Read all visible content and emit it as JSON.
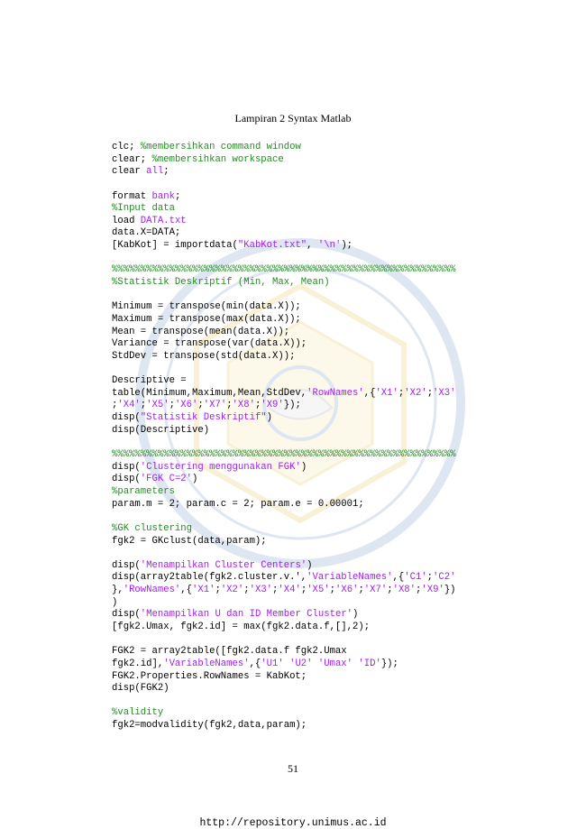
{
  "heading": "Lampiran 2 Syntax Matlab",
  "page_number": "51",
  "footer_url": "http://repository.unimus.ac.id",
  "colors": {
    "string": "#a020f0",
    "comment": "#228b22",
    "text": "#000000"
  },
  "code_lines": [
    [
      [
        "clc; ",
        "p"
      ],
      [
        "%membersihkan command window",
        "c"
      ]
    ],
    [
      [
        "clear; ",
        "p"
      ],
      [
        "%membersihkan workspace",
        "c"
      ]
    ],
    [
      [
        "clear ",
        "p"
      ],
      [
        "all",
        "s"
      ],
      [
        ";",
        "p"
      ]
    ],
    [],
    [
      [
        "format ",
        "p"
      ],
      [
        "bank",
        "s"
      ],
      [
        ";",
        "p"
      ]
    ],
    [
      [
        "%Input data",
        "c"
      ]
    ],
    [
      [
        "load ",
        "p"
      ],
      [
        "DATA.txt",
        "s"
      ]
    ],
    [
      [
        "data.X=DATA;",
        "p"
      ]
    ],
    [
      [
        "[KabKot] = importdata(",
        "p"
      ],
      [
        "\"KabKot.txt\"",
        "s"
      ],
      [
        ", ",
        "p"
      ],
      [
        "'\\n'",
        "s"
      ],
      [
        ");",
        "p"
      ]
    ],
    [],
    [
      [
        "%%%%%%%%%%%%%%%%%%%%%%%%%%%%%%%%%%%%%%%%%%%%%%%%%%%%%%%%%%%%",
        "c"
      ]
    ],
    [
      [
        "%Statistik Deskriptif (Min, Max, Mean)",
        "c"
      ]
    ],
    [],
    [
      [
        "Minimum = transpose(min(data.X));",
        "p"
      ]
    ],
    [
      [
        "Maximum = transpose(max(data.X));",
        "p"
      ]
    ],
    [
      [
        "Mean = transpose(mean(data.X));",
        "p"
      ]
    ],
    [
      [
        "Variance = transpose(var(data.X));",
        "p"
      ]
    ],
    [
      [
        "StdDev = transpose(std(data.X));",
        "p"
      ]
    ],
    [],
    [
      [
        "Descriptive =",
        "p"
      ]
    ],
    [
      [
        "table(Minimum,Maximum,Mean,StdDev,",
        "p"
      ],
      [
        "'RowNames'",
        "s"
      ],
      [
        ",{",
        "p"
      ],
      [
        "'X1'",
        "s"
      ],
      [
        ";",
        "p"
      ],
      [
        "'X2'",
        "s"
      ],
      [
        ";",
        "p"
      ],
      [
        "'X3'",
        "s"
      ]
    ],
    [
      [
        ";",
        "p"
      ],
      [
        "'X4'",
        "s"
      ],
      [
        ";",
        "p"
      ],
      [
        "'X5'",
        "s"
      ],
      [
        ";",
        "p"
      ],
      [
        "'X6'",
        "s"
      ],
      [
        ";",
        "p"
      ],
      [
        "'X7'",
        "s"
      ],
      [
        ";",
        "p"
      ],
      [
        "'X8'",
        "s"
      ],
      [
        ";",
        "p"
      ],
      [
        "'X9'",
        "s"
      ],
      [
        "});",
        "p"
      ]
    ],
    [
      [
        "disp(",
        "p"
      ],
      [
        "\"Statistik Deskriptif\"",
        "s"
      ],
      [
        ")",
        "p"
      ]
    ],
    [
      [
        "disp(Descriptive)",
        "p"
      ]
    ],
    [],
    [
      [
        "%%%%%%%%%%%%%%%%%%%%%%%%%%%%%%%%%%%%%%%%%%%%%%%%%%%%%%%%%%%%",
        "c"
      ]
    ],
    [
      [
        "disp(",
        "p"
      ],
      [
        "'Clustering menggunakan FGK'",
        "s"
      ],
      [
        ")",
        "p"
      ]
    ],
    [
      [
        "disp(",
        "p"
      ],
      [
        "'FGK C=2'",
        "s"
      ],
      [
        ")",
        "p"
      ]
    ],
    [
      [
        "%parameters",
        "c"
      ]
    ],
    [
      [
        "param.m = 2; param.c = 2; param.e = 0.00001;",
        "p"
      ]
    ],
    [],
    [
      [
        "%GK clustering",
        "c"
      ]
    ],
    [
      [
        "fgk2 = GKclust(data,param);",
        "p"
      ]
    ],
    [],
    [
      [
        "disp(",
        "p"
      ],
      [
        "'Menampilkan Cluster Centers'",
        "s"
      ],
      [
        ")",
        "p"
      ]
    ],
    [
      [
        "disp(array2table(fgk2.cluster.v.',",
        "p"
      ],
      [
        "'VariableNames'",
        "s"
      ],
      [
        ",{",
        "p"
      ],
      [
        "'C1'",
        "s"
      ],
      [
        ";",
        "p"
      ],
      [
        "'C2'",
        "s"
      ]
    ],
    [
      [
        "},",
        "p"
      ],
      [
        "'RowNames'",
        "s"
      ],
      [
        ",{",
        "p"
      ],
      [
        "'X1'",
        "s"
      ],
      [
        ";",
        "p"
      ],
      [
        "'X2'",
        "s"
      ],
      [
        ";",
        "p"
      ],
      [
        "'X3'",
        "s"
      ],
      [
        ";",
        "p"
      ],
      [
        "'X4'",
        "s"
      ],
      [
        ";",
        "p"
      ],
      [
        "'X5'",
        "s"
      ],
      [
        ";",
        "p"
      ],
      [
        "'X6'",
        "s"
      ],
      [
        ";",
        "p"
      ],
      [
        "'X7'",
        "s"
      ],
      [
        ";",
        "p"
      ],
      [
        "'X8'",
        "s"
      ],
      [
        ";",
        "p"
      ],
      [
        "'X9'",
        "s"
      ],
      [
        "})",
        "p"
      ]
    ],
    [
      [
        ")",
        "p"
      ]
    ],
    [
      [
        "disp(",
        "p"
      ],
      [
        "'Menampilkan U dan ID Member Cluster'",
        "s"
      ],
      [
        ")",
        "p"
      ]
    ],
    [
      [
        "[fgk2.Umax, fgk2.id] = max(fgk2.data.f,[],2);",
        "p"
      ]
    ],
    [],
    [
      [
        "FGK2 = array2table([fgk2.data.f fgk2.Umax",
        "p"
      ]
    ],
    [
      [
        "fgk2.id],",
        "p"
      ],
      [
        "'VariableNames'",
        "s"
      ],
      [
        ",{",
        "p"
      ],
      [
        "'U1' 'U2' 'Umax' 'ID'",
        "s"
      ],
      [
        "});",
        "p"
      ]
    ],
    [
      [
        "FGK2.Properties.RowNames = KabKot;",
        "p"
      ]
    ],
    [
      [
        "disp(FGK2)",
        "p"
      ]
    ],
    [],
    [
      [
        "%validity",
        "c"
      ]
    ],
    [
      [
        "fgk2=modvalidity(fgk2,data,param);",
        "p"
      ]
    ]
  ]
}
